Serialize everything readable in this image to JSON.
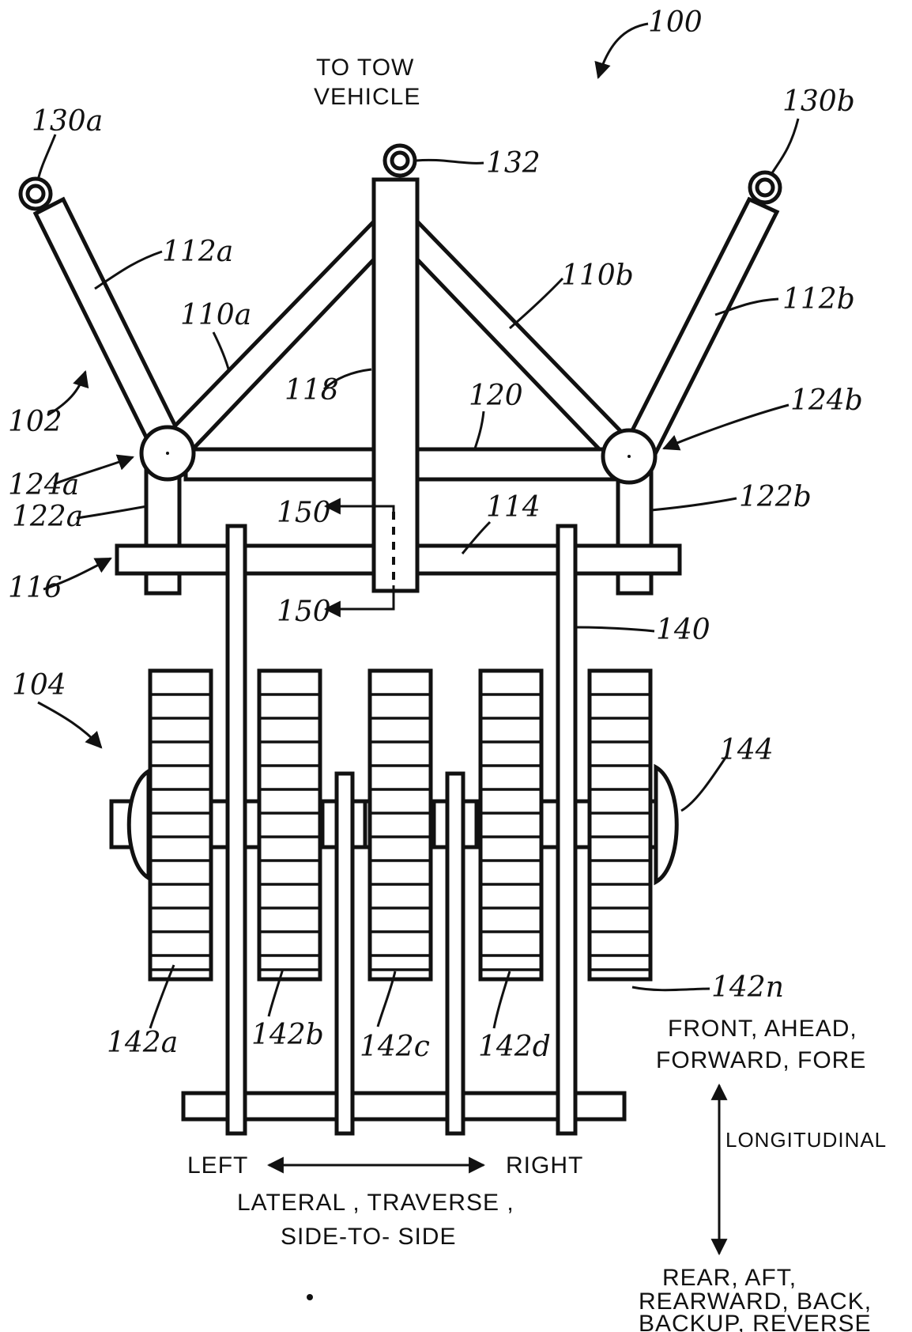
{
  "figure_number": "100",
  "captions": {
    "tow_vehicle_line1": "TO  TOW",
    "tow_vehicle_line2": "VEHICLE",
    "left": "LEFT",
    "right": "RIGHT",
    "lateral_line1": "LATERAL , TRAVERSE ,",
    "lateral_line2": "SIDE-TO- SIDE",
    "longitudinal": "LONGITUDINAL",
    "front_line1": "FRONT, AHEAD,",
    "front_line2": "FORWARD, FORE",
    "rear_line1": "REAR,  AFT,",
    "rear_line2": "REARWARD, BACK,",
    "rear_line3": "BACKUP, REVERSE"
  },
  "refs": {
    "r130a": "130a",
    "r130b": "130b",
    "r132": "132",
    "r112a": "112a",
    "r112b": "112b",
    "r110a": "110a",
    "r110b": "110b",
    "r102": "102",
    "r118": "118",
    "r120": "120",
    "r124a": "124a",
    "r124b": "124b",
    "r122a": "122a",
    "r122b": "122b",
    "r150top": "150",
    "r150bot": "150",
    "r114": "114",
    "r116": "116",
    "r140": "140",
    "r104": "104",
    "r144": "144",
    "r142a": "142a",
    "r142b": "142b",
    "r142c": "142c",
    "r142d": "142d",
    "r142n": "142n"
  }
}
